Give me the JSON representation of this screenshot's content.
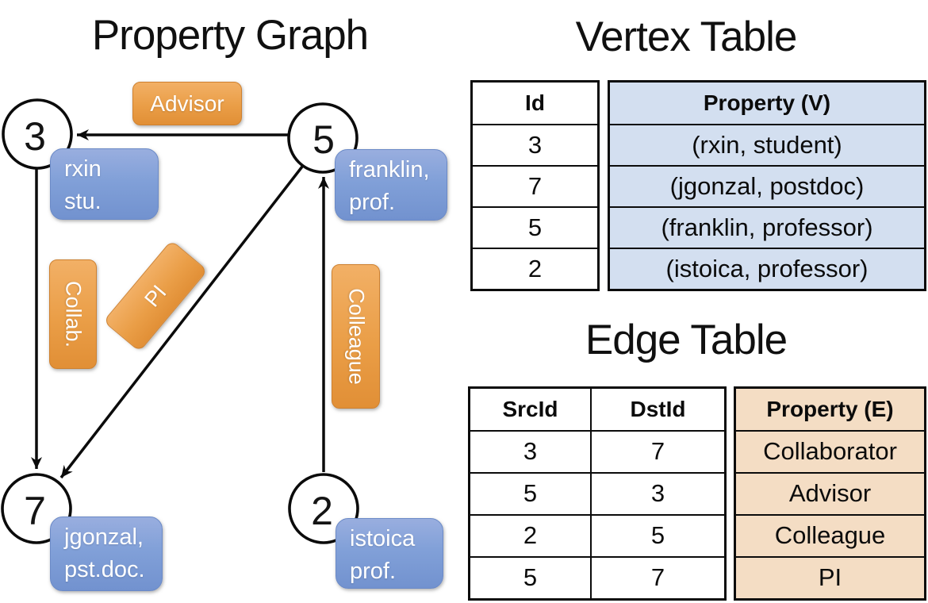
{
  "graph": {
    "title": "Property Graph",
    "nodes": [
      {
        "id": "3",
        "property_line1": "rxin",
        "property_line2": "stu."
      },
      {
        "id": "5",
        "property_line1": "franklin,",
        "property_line2": "prof."
      },
      {
        "id": "7",
        "property_line1": "jgonzal,",
        "property_line2": "pst.doc."
      },
      {
        "id": "2",
        "property_line1": "istoica",
        "property_line2": "prof."
      }
    ],
    "edge_labels": {
      "advisor": "Advisor",
      "collab": "Collab.",
      "pi": "PI",
      "colleague": "Colleague"
    }
  },
  "vertex_table": {
    "title": "Vertex Table",
    "columns": {
      "id": "Id",
      "property": "Property (V)"
    },
    "rows": [
      {
        "id": "3",
        "property": "(rxin, student)"
      },
      {
        "id": "7",
        "property": "(jgonzal, postdoc)"
      },
      {
        "id": "5",
        "property": "(franklin, professor)"
      },
      {
        "id": "2",
        "property": "(istoica, professor)"
      }
    ]
  },
  "edge_table": {
    "title": "Edge Table",
    "columns": {
      "src": "SrcId",
      "dst": "DstId",
      "property": "Property (E)"
    },
    "rows": [
      {
        "src": "3",
        "dst": "7",
        "property": "Collaborator"
      },
      {
        "src": "5",
        "dst": "3",
        "property": "Advisor"
      },
      {
        "src": "2",
        "dst": "5",
        "property": "Colleague"
      },
      {
        "src": "5",
        "dst": "7",
        "property": "PI"
      }
    ]
  },
  "colors": {
    "edge_label_orange": "#EA9E47",
    "vertex_box_blue": "#81A0D8",
    "vertex_table_fill": "#D3DFF0",
    "edge_table_fill": "#F4DDC4",
    "line_black": "#0B0B0B"
  }
}
